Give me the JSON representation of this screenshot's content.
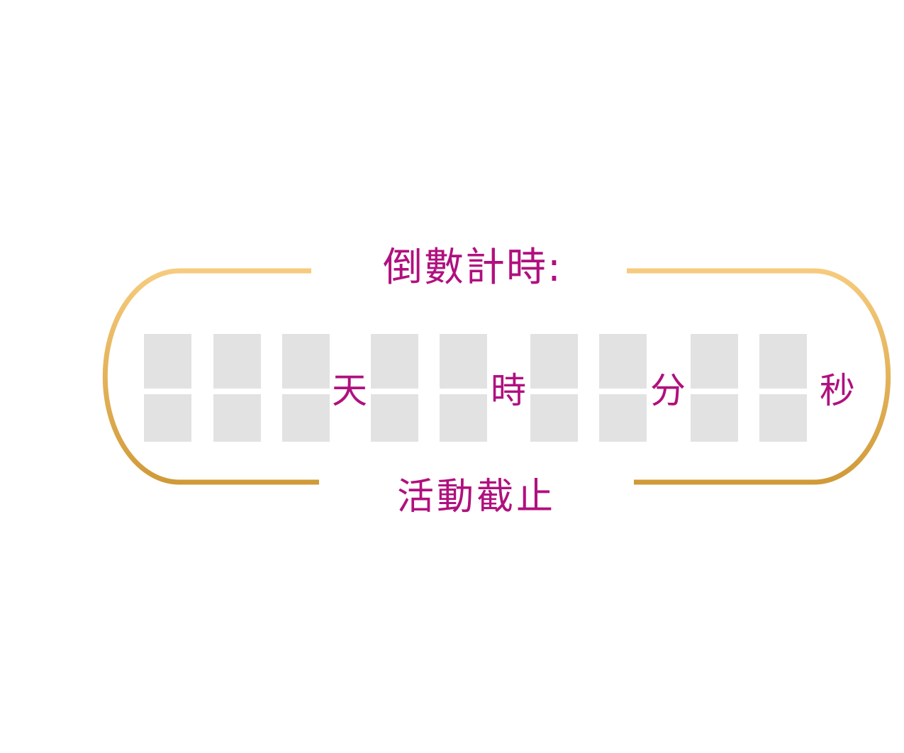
{
  "countdown": {
    "title": "倒數計時:",
    "footer": "活動截止",
    "units": {
      "days": "天",
      "hours": "時",
      "minutes": "分",
      "seconds": "秒"
    }
  },
  "colors": {
    "label": "#b0107e",
    "frame_light": "#f6cb7d",
    "frame_dark": "#d09a38",
    "digit_background": "#e2e2e2"
  }
}
